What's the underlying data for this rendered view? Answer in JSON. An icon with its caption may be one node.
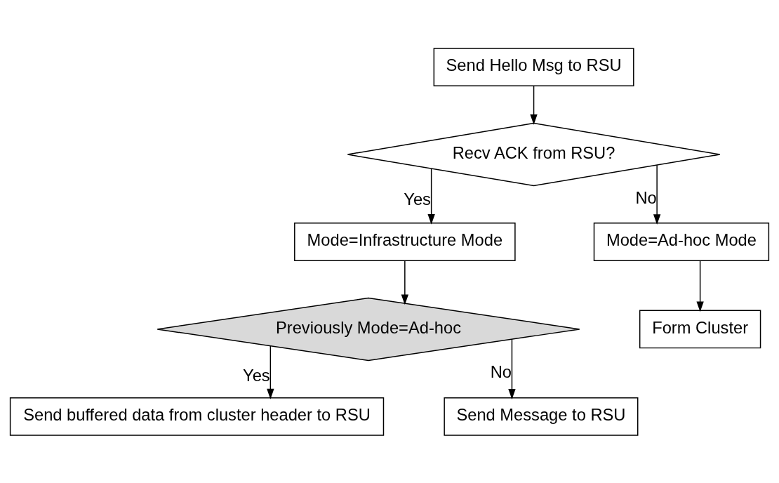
{
  "diagram": {
    "nodes": [
      {
        "text": [
          "Send Hello Msg to RSU"
        ]
      },
      {
        "text": [
          "Recv ACK from RSU?"
        ]
      },
      {
        "text": [
          "Mode=Infrastructure Mode"
        ]
      },
      {
        "text": [
          "Mode=Ad-hoc Mode"
        ]
      },
      {
        "text": [
          "Form Cluster"
        ]
      },
      {
        "text": [
          "Previously Mode=Ad-hoc"
        ]
      },
      {
        "text": [
          "Send buffered data from cluster header to RSU"
        ]
      },
      {
        "text": [
          "Send Message to RSU"
        ]
      }
    ],
    "edges": [
      {
        "from": 0,
        "to": 1,
        "arrow": "to"
      },
      {
        "from": 1,
        "to": 2,
        "arrow": "to",
        "label": "Yes"
      },
      {
        "from": 1,
        "to": 3,
        "arrow": "to",
        "label": "No"
      },
      {
        "from": 3,
        "to": 4,
        "arrow": "to"
      },
      {
        "from": 2,
        "to": 5,
        "arrow": "to"
      },
      {
        "from": 5,
        "to": 6,
        "arrow": "to",
        "label": "Yes"
      },
      {
        "from": 5,
        "to": 7,
        "arrow": "to",
        "label": "No"
      }
    ]
  }
}
